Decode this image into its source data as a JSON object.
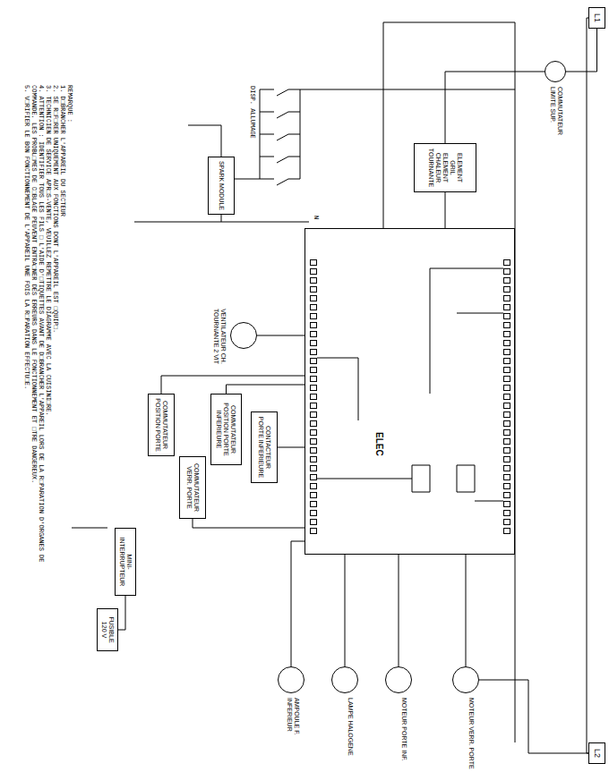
{
  "diagram": {
    "nodes": [
      {
        "text": [
          "ELEC"
        ]
      },
      {
        "text": [
          "SPARK MODULE"
        ]
      },
      {
        "text": [
          "ELEMENT GRIL",
          "ELEMENT CHALEUR TOURNANTE"
        ]
      },
      {
        "text": [
          "VENTILATEUR CH. TOURNANTE 2 VIT"
        ]
      },
      {
        "text": [
          "CONTACTEUR PORTE INFERIEURE"
        ]
      },
      {
        "text": [
          "COMMUTATEUR POSITION PORTE INFERIEURE"
        ]
      },
      {
        "text": [
          "COMMUTATEUR VERR. PORTE"
        ]
      },
      {
        "text": [
          "COMMUTATEUR POSITION PORTE"
        ]
      },
      {
        "text": [
          "MINI-INTERRUPTEUR"
        ]
      },
      {
        "text": [
          "FUSIBLE 120 V"
        ]
      },
      {
        "text": [
          "LAMPE HALOGENE"
        ]
      },
      {
        "text": [
          "AMPOULE F. INFERIEUR"
        ]
      },
      {
        "text": [
          "MOTEUR VERR. PORTE"
        ]
      },
      {
        "text": [
          "MOTEUR PORTE INF."
        ]
      },
      {
        "text": [
          "COMMUTATEUR LIMITE SUP."
        ]
      },
      {
        "text": [
          "L1"
        ]
      },
      {
        "text": [
          "L2"
        ]
      }
    ],
    "edges": [
      {
        "from": 2,
        "to": 0,
        "arrow": "none"
      },
      {
        "from": 3,
        "to": 0,
        "arrow": "none"
      },
      {
        "from": 4,
        "to": 0,
        "arrow": "none"
      },
      {
        "from": 5,
        "to": 0,
        "arrow": "none"
      },
      {
        "from": 6,
        "to": 0,
        "arrow": "none"
      },
      {
        "from": 7,
        "to": 0,
        "arrow": "none"
      },
      {
        "from": 0,
        "to": 10,
        "arrow": "none"
      },
      {
        "from": 0,
        "to": 11,
        "arrow": "none"
      },
      {
        "from": 0,
        "to": 12,
        "arrow": "none"
      },
      {
        "from": 0,
        "to": 13,
        "arrow": "none"
      },
      {
        "from": 8,
        "to": 9,
        "arrow": "none"
      },
      {
        "from": 14,
        "to": 2,
        "arrow": "none"
      },
      {
        "from": 15,
        "to": 14,
        "arrow": "none"
      },
      {
        "from": 16,
        "to": 12,
        "arrow": "none"
      }
    ],
    "labels": [
      "REMARQUE :",
      "1. D□BRANCHER L'APPAREIL DU SECTEUR",
      "2. SE R□F□RER UNIQUEMENT AUX FONCTIONS DONT L'APPAREIL EST □QUIP□.",
      "3. TECHNICIEN DE SERVICE APR□S-VENTE, VEUILLEZ REMETTRE LE DIAGRAMME AVEC LA CUISINI□RE.",
      "4. ATTENTION : IDENTIFIER TOUS LES FILS □ L'AIDE D'□TIQUETTES AVANT DE D□BRANCHER L'APPAREIL LORS DE LA R□PARATION D'ORGANES DE COMMANDE. LES PROBL□MES DE C□BLAGE PEUVENT ENTRA□NER DES ERREURS DANS LE FONCTIONNEMENT ET □TRE DANGEREUX.",
      "5. V□RIFIER LE BON FONCTIONNEMENT DE L'APPAREIL UNE FOIS LA R□PARATION EFFECTU□E.",
      "DISP. ALLUMAGE",
      "N"
    ]
  }
}
